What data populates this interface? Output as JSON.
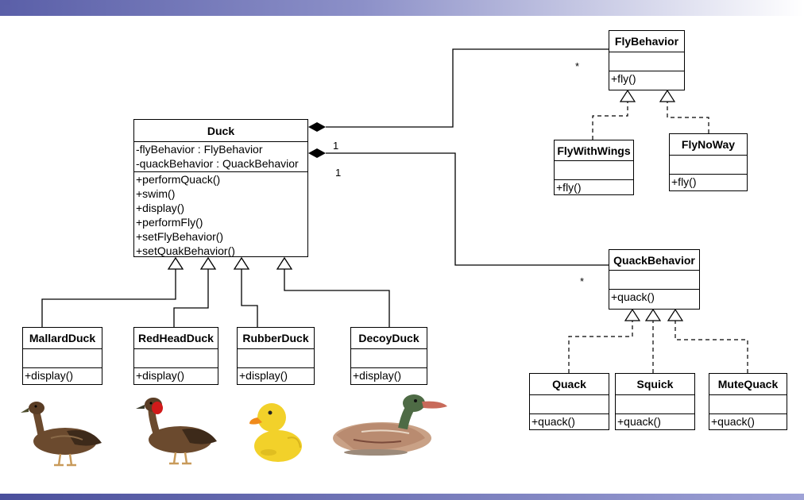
{
  "classes": {
    "duck": {
      "name": "Duck",
      "attributes": [
        "-flyBehavior : FlyBehavior",
        "-quackBehavior : QuackBehavior"
      ],
      "operations": [
        "+performQuack()",
        "+swim()",
        "+display()",
        "+performFly()",
        "+setFlyBehavior()",
        "+setQuakBehavior()"
      ]
    },
    "fly_behavior": {
      "name": "FlyBehavior",
      "operations": [
        "+fly()"
      ]
    },
    "fly_with_wings": {
      "name": "FlyWithWings",
      "operations": [
        "+fly()"
      ]
    },
    "fly_no_way": {
      "name": "FlyNoWay",
      "operations": [
        "+fly()"
      ]
    },
    "quack_behavior": {
      "name": "QuackBehavior",
      "operations": [
        "+quack()"
      ]
    },
    "quack": {
      "name": "Quack",
      "operations": [
        "+quack()"
      ]
    },
    "squick": {
      "name": "Squick",
      "operations": [
        "+quack()"
      ]
    },
    "mute_quack": {
      "name": "MuteQuack",
      "operations": [
        "+quack()"
      ]
    },
    "mallard_duck": {
      "name": "MallardDuck",
      "operations": [
        "+display()"
      ]
    },
    "red_head_duck": {
      "name": "RedHeadDuck",
      "operations": [
        "+display()"
      ]
    },
    "rubber_duck": {
      "name": "RubberDuck",
      "operations": [
        "+display()"
      ]
    },
    "decoy_duck": {
      "name": "DecoyDuck",
      "operations": [
        "+display()"
      ]
    }
  },
  "multiplicities": {
    "fly_star": "*",
    "fly_one": "1",
    "quack_one": "1",
    "quack_star": "*"
  },
  "colors": {
    "header_bar": "#5a5fa8",
    "footer_bar": "#4a4f9c",
    "duck_brown": "#6b4a2e",
    "red_head": "#d11a1a",
    "rubber_yellow": "#f2d12a",
    "decoy_green": "#4e6b45"
  }
}
